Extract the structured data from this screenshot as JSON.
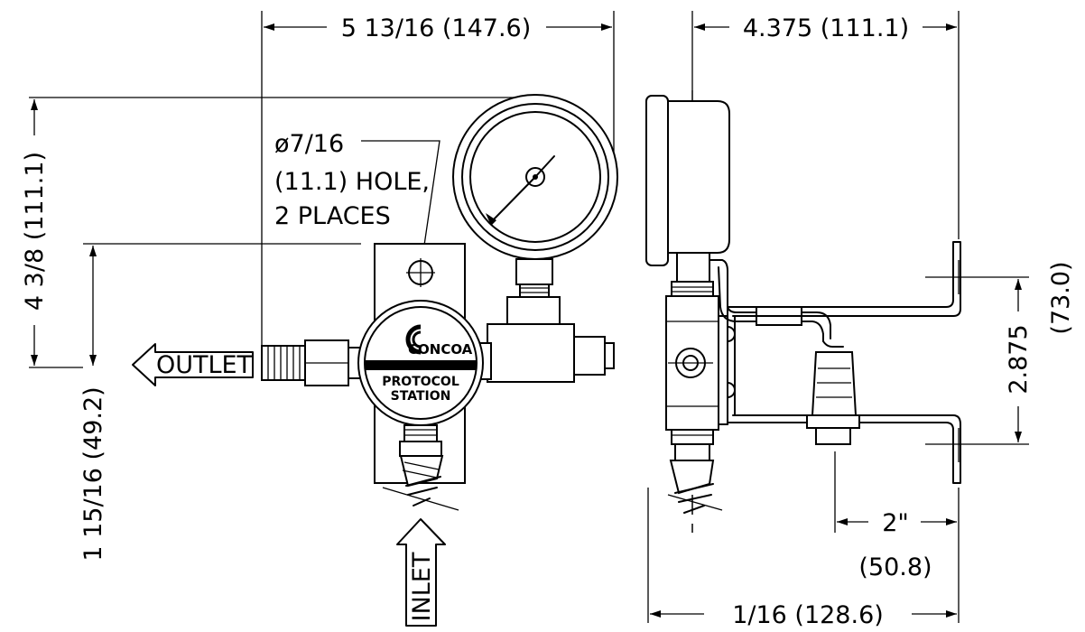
{
  "dimensions": {
    "overall_width": "5 13/16 (147.6)",
    "side_depth": "4.375 (111.1)",
    "total_height": "4 3/8 (111.1)",
    "outlet_height": "1 15/16 (49.2)",
    "bracket_spacing": "2.875",
    "bracket_spacing_mm": "(73.0)",
    "bracket_offset": "2\"",
    "bracket_offset_mm": "(50.8)",
    "side_overall": "1/16 (128.6)"
  },
  "hole_note": {
    "line1": "ø7/16",
    "line2": "(11.1) HOLE,",
    "line3": "2 PLACES"
  },
  "labels": {
    "outlet": "OUTLET",
    "inlet": "INLET"
  },
  "logo": {
    "brand": "CONCOA",
    "line1": "PROTOCOL",
    "line2": "STATION"
  }
}
